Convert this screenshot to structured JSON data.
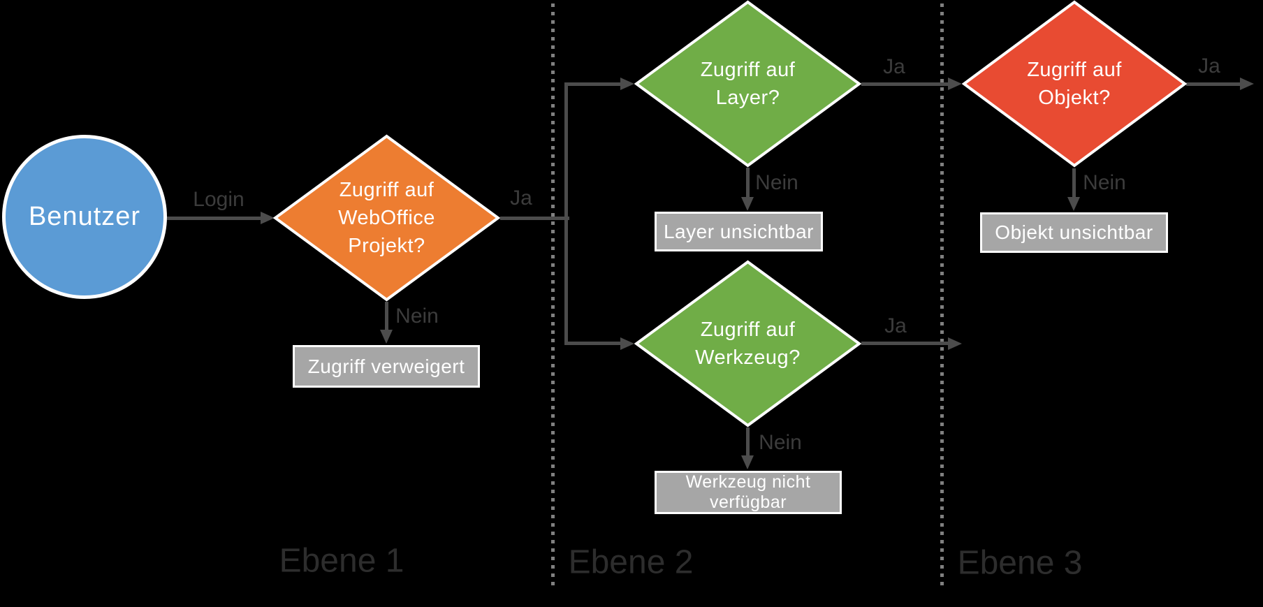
{
  "colors": {
    "background": "#000000",
    "user": "#5b9bd5",
    "project": "#ed7d31",
    "layer": "#70ad47",
    "tool": "#70ad47",
    "object": "#e84b32",
    "box_fill": "#a6a6a6",
    "box_text": "#ffffff",
    "node_text": "#ffffff",
    "arrow": "#4c4c4c",
    "edge_label": "#3c3c3c",
    "divider": "#808080",
    "lane_label": "#2d2d2d"
  },
  "nodes": {
    "user": {
      "type": "start",
      "label": "Benutzer",
      "color": "#5b9bd5"
    },
    "project": {
      "type": "decision",
      "label": "Zugriff auf\nWebOffice\nProjekt?",
      "color": "#ed7d31"
    },
    "layer": {
      "type": "decision",
      "label": "Zugriff auf\nLayer?",
      "color": "#70ad47"
    },
    "object": {
      "type": "decision",
      "label": "Zugriff auf\nObjekt?",
      "color": "#e84b32"
    },
    "tool": {
      "type": "decision",
      "label": "Zugriff auf\nWerkzeug?",
      "color": "#70ad47"
    },
    "access_denied": {
      "type": "result",
      "label": "Zugriff verweigert"
    },
    "layer_hidden": {
      "type": "result",
      "label": "Layer unsichtbar"
    },
    "object_hidden": {
      "type": "result",
      "label": "Objekt unsichtbar"
    },
    "tool_unavailable": {
      "type": "result",
      "label": "Werkzeug nicht verfügbar"
    }
  },
  "edges": [
    {
      "from": "user",
      "to": "project",
      "label": "Login"
    },
    {
      "from": "project",
      "to": "junction",
      "label": "Ja"
    },
    {
      "from": "junction",
      "to": "layer",
      "label": ""
    },
    {
      "from": "junction",
      "to": "tool",
      "label": ""
    },
    {
      "from": "project",
      "to": "access_denied",
      "label": "Nein"
    },
    {
      "from": "layer",
      "to": "object",
      "label": "Ja"
    },
    {
      "from": "layer",
      "to": "layer_hidden",
      "label": "Nein"
    },
    {
      "from": "object",
      "to": "right-exit",
      "label": "Ja"
    },
    {
      "from": "object",
      "to": "object_hidden",
      "label": "Nein"
    },
    {
      "from": "tool",
      "to": "right-exit",
      "label": "Ja"
    },
    {
      "from": "tool",
      "to": "tool_unavailable",
      "label": "Nein"
    }
  ],
  "lanes": [
    {
      "label": "Ebene 1"
    },
    {
      "label": "Ebene 2"
    },
    {
      "label": "Ebene 3"
    }
  ]
}
